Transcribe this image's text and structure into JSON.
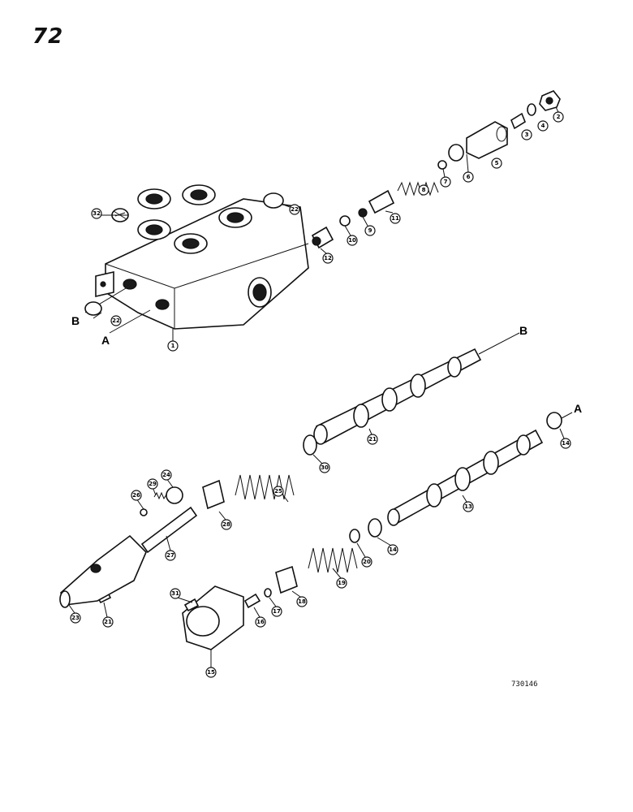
{
  "page": {
    "number": "72",
    "drawing_id": "730146"
  },
  "markers": {
    "a": "A",
    "b": "B"
  },
  "callouts": [
    "1",
    "2",
    "3",
    "4",
    "5",
    "6",
    "7",
    "8",
    "9",
    "10",
    "11",
    "12",
    "13",
    "14",
    "15",
    "16",
    "17",
    "18",
    "19",
    "20",
    "21",
    "22",
    "23",
    "24",
    "25",
    "26",
    "27",
    "28",
    "29",
    "30",
    "31",
    "32"
  ]
}
